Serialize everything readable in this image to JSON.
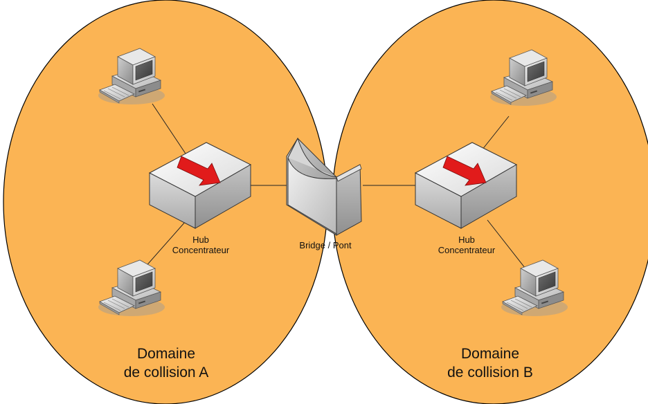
{
  "colors": {
    "domain_fill": "#FBB454",
    "domain_stroke": "#000000",
    "arrow_red": "#E11B1B"
  },
  "domain_a": {
    "line1": "Domaine",
    "line2": "de collision A",
    "hub": {
      "line1": "Hub",
      "line2": "Concentrateur",
      "icon": "hub-arrow-icon"
    },
    "computers": [
      "computer-icon",
      "computer-icon"
    ]
  },
  "domain_b": {
    "line1": "Domaine",
    "line2": "de collision B",
    "hub": {
      "line1": "Hub",
      "line2": "Concentrateur",
      "icon": "hub-arrow-icon"
    },
    "computers": [
      "computer-icon",
      "computer-icon"
    ]
  },
  "bridge": {
    "label": "Bridge / Pont",
    "icon": "bridge-icon"
  }
}
